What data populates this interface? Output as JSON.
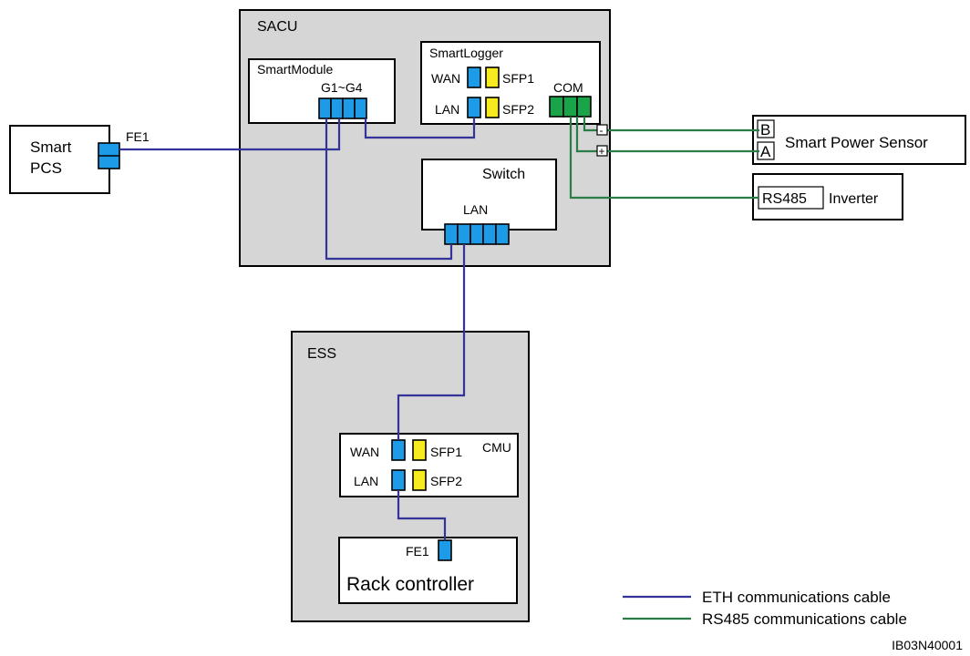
{
  "sacu": {
    "title": "SACU"
  },
  "smartmodule": {
    "title": "SmartModule",
    "ports_label": "G1~G4"
  },
  "smartlogger": {
    "title": "SmartLogger",
    "wan": "WAN",
    "lan": "LAN",
    "sfp1": "SFP1",
    "sfp2": "SFP2",
    "com": "COM"
  },
  "switch": {
    "title": "Switch",
    "lan": "LAN"
  },
  "pcs": {
    "line1": "Smart",
    "line2": "PCS",
    "port": "FE1"
  },
  "power_sensor": {
    "title": "Smart Power Sensor",
    "terminal_b": "B",
    "terminal_a": "A",
    "minus": "-",
    "plus": "+"
  },
  "inverter": {
    "title": "Inverter",
    "port": "RS485"
  },
  "ess": {
    "title": "ESS"
  },
  "cmu": {
    "title": "CMU",
    "wan": "WAN",
    "lan": "LAN",
    "sfp1": "SFP1",
    "sfp2": "SFP2"
  },
  "rack_controller": {
    "title": "Rack controller",
    "port": "FE1"
  },
  "legend": {
    "items": [
      {
        "label": "ETH communications cable",
        "color": "#33339a"
      },
      {
        "label": "RS485 communications cable",
        "color": "#2a7e45"
      }
    ]
  },
  "figure_id": "IB03N40001",
  "colors": {
    "enclosure": "#d6d6d6",
    "eth_port": "#1e9be6",
    "sfp_port": "#f7ea1e",
    "com_port": "#19a44a"
  }
}
